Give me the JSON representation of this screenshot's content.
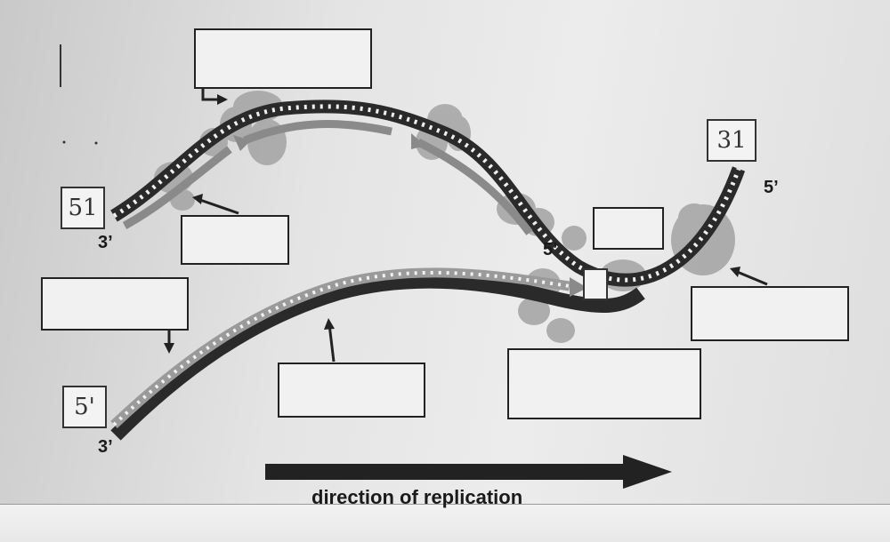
{
  "end_labels": {
    "top_left_3prime": "3’",
    "top_right_5prime": "5’",
    "middle_5prime": "5’",
    "bottom_left_3prime": "3’"
  },
  "handwritten": {
    "top_left_box": "51",
    "top_right_box": "31",
    "bottom_left_box": "5'",
    "small_box": ""
  },
  "caption": "direction of replication",
  "colors": {
    "strand_dark": "#2a2a2a",
    "strand_light": "#8a8a8a",
    "enzyme": "#a8a8a8",
    "arrow": "#222222"
  }
}
